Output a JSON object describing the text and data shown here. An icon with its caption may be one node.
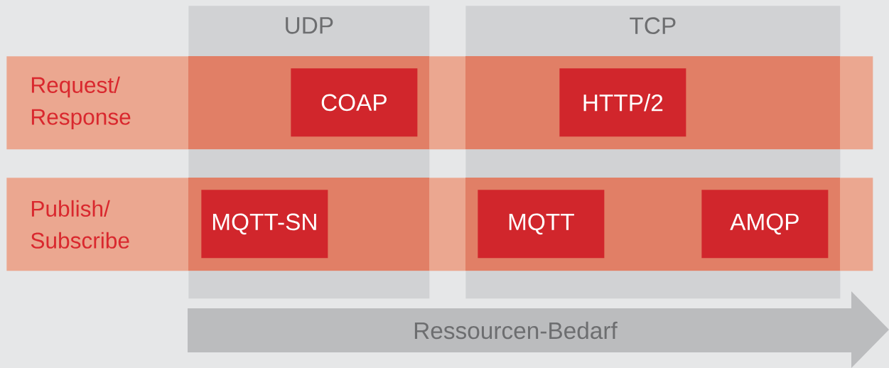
{
  "diagram": {
    "nodes": [
      {
        "text": [
          "UDP"
        ]
      },
      {
        "text": [
          "TCP"
        ]
      },
      {
        "text": [
          "Request/ Response"
        ]
      },
      {
        "text": [
          "COAP"
        ]
      },
      {
        "text": [
          "HTTP/2"
        ]
      },
      {
        "text": [
          "Publish/ Subscribe"
        ]
      },
      {
        "text": [
          "MQTT-SN"
        ]
      },
      {
        "text": [
          "MQTT"
        ]
      },
      {
        "text": [
          "AMQP"
        ]
      },
      {
        "text": [
          "Ressourcen-Bedarf"
        ]
      }
    ]
  }
}
